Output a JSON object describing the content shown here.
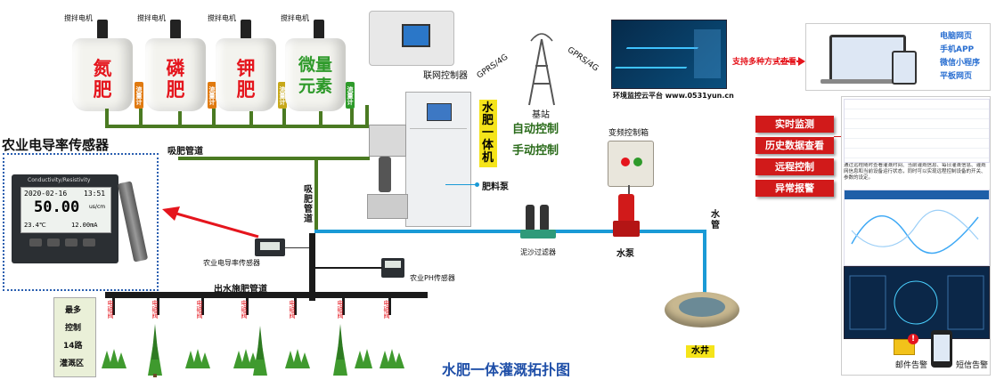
{
  "tanks": [
    {
      "mixer": "搅拌电机",
      "name": "氮\n肥",
      "flow": "流量计"
    },
    {
      "mixer": "搅拌电机",
      "name": "磷\n肥",
      "flow": "流量计"
    },
    {
      "mixer": "搅拌电机",
      "name": "钾\n肥",
      "flow": "流量计"
    },
    {
      "mixer": "搅拌电机",
      "name": "微量\n元素",
      "flow": "流量计"
    }
  ],
  "pipes": {
    "suction": "吸肥管道",
    "suction_vertical": "吸肥管道",
    "outlet": "出水施肥管道",
    "water": "水管"
  },
  "sensor": {
    "title": "农业电导率传感器",
    "device_header": "Conductivity/Resistivity",
    "date": "2020-02-16",
    "time": "13:51",
    "value": "50.00",
    "unit": "us/cm",
    "temp": "23.4℃",
    "current": "12.00mA",
    "inline_label": "农业电导率传感器",
    "ph_label": "农业PH传感器"
  },
  "controller": {
    "network_label": "联网控制器",
    "machine_name": "水肥一体机",
    "auto": "自动控制",
    "manual": "手动控制",
    "pump_label": "肥料泵"
  },
  "network": {
    "gprs1": "GPRS/4G",
    "gprs2": "GPRS/4G",
    "base_station": "基站",
    "platform": "环境监控云平台 www.0531yun.cn",
    "support": "支持多种方式查看",
    "access": [
      "电脑网页",
      "手机APP",
      "微信小程序",
      "平板网页"
    ]
  },
  "features": [
    "实时监测",
    "历史数据查看",
    "远程控制",
    "异常报警"
  ],
  "feature_desc": "通过远程随时查看灌溉时间、当前灌溉信息、每日灌溉信息、灌溉网信息和当前设备运行状态，同时可以实现远程控制设备的开关、参数的设定。",
  "alarms": {
    "email": "邮件告警",
    "sms": "短信告警"
  },
  "equipment": {
    "filter": "泥沙过滤器",
    "pump": "水泵",
    "vfd": "变频控制箱",
    "well": "水井"
  },
  "zones": {
    "label": [
      "最多",
      "控制",
      "14路",
      "灌溉区"
    ],
    "valve": "电磁阀"
  },
  "diagram_title": "水肥一体灌溉拓扑图",
  "colors": {
    "red": "#e5151d",
    "green_pipe": "#4a7a22",
    "water_pipe": "#1a9ad6",
    "feature_red": "#d11a1a"
  }
}
